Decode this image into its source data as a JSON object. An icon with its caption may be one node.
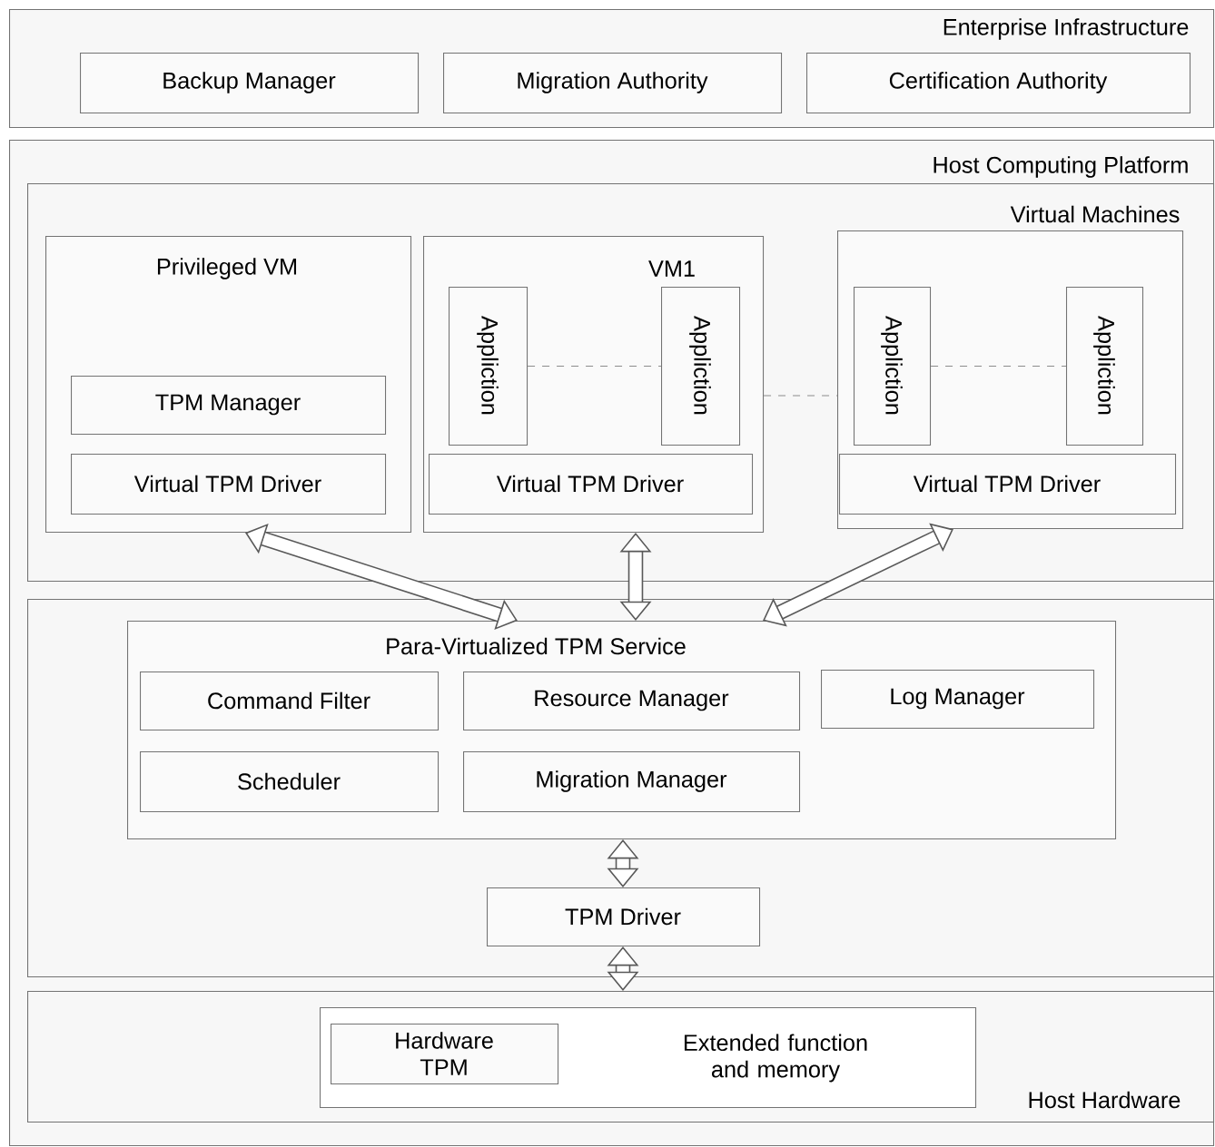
{
  "diagram": {
    "nodes": [
      {
        "text": [
          "Enterprise Infrastructure"
        ]
      },
      {
        "text": [
          "Backup Manager"
        ],
        "in": 0
      },
      {
        "text": [
          "Migration Authority"
        ],
        "in": 0
      },
      {
        "text": [
          "Certification Authority"
        ],
        "in": 0
      },
      {
        "text": [
          "Host Computing Platform"
        ]
      },
      {
        "text": [
          "Virtual Machines"
        ],
        "in": 4
      },
      {
        "text": [
          "Privileged VM"
        ],
        "in": 5
      },
      {
        "text": [
          "TPM Manager"
        ],
        "in": 6
      },
      {
        "text": [
          "Virtual TPM Driver"
        ],
        "in": 6
      },
      {
        "text": [
          "VM1"
        ],
        "in": 5
      },
      {
        "text": [
          "Appliction"
        ],
        "in": 9
      },
      {
        "text": [
          "Appliction"
        ],
        "in": 9
      },
      {
        "text": [
          "Virtual TPM Driver"
        ],
        "in": 9
      },
      {
        "text": [],
        "shape": "box",
        "in": 5
      },
      {
        "text": [
          "Appliction"
        ],
        "in": 13
      },
      {
        "text": [
          "Appliction"
        ],
        "in": 13
      },
      {
        "text": [
          "Virtual TPM Driver"
        ],
        "in": 13
      },
      {
        "text": [],
        "shape": "box",
        "in": 4
      },
      {
        "text": [
          "Para-Virtualized TPM Service"
        ],
        "in": 17
      },
      {
        "text": [
          "Command Filter"
        ],
        "in": 18
      },
      {
        "text": [
          "Resource Manager"
        ],
        "in": 18
      },
      {
        "text": [
          "Log Manager"
        ],
        "in": 18
      },
      {
        "text": [
          "Scheduler"
        ],
        "in": 18
      },
      {
        "text": [
          "Migration Manager"
        ],
        "in": 18
      },
      {
        "text": [
          "TPM Driver"
        ],
        "in": 17
      },
      {
        "text": [
          "Host Hardware"
        ],
        "in": 4
      },
      {
        "text": [
          "Extended function and memory"
        ],
        "in": 25
      },
      {
        "text": [
          "Hardware TPM"
        ],
        "in": 26
      }
    ],
    "edges": [
      {
        "from": 6,
        "to": 18,
        "arrow": "both"
      },
      {
        "from": 9,
        "to": 18,
        "arrow": "both"
      },
      {
        "from": 13,
        "to": 18,
        "arrow": "both"
      },
      {
        "from": 18,
        "to": 24,
        "arrow": "both"
      },
      {
        "from": 24,
        "to": 25,
        "arrow": "both"
      },
      {
        "from": 10,
        "to": 11,
        "arrow": "none",
        "style": "dashed"
      },
      {
        "from": 9,
        "to": 13,
        "arrow": "none",
        "style": "dashed"
      },
      {
        "from": 14,
        "to": 15,
        "arrow": "none",
        "style": "dashed"
      }
    ]
  }
}
